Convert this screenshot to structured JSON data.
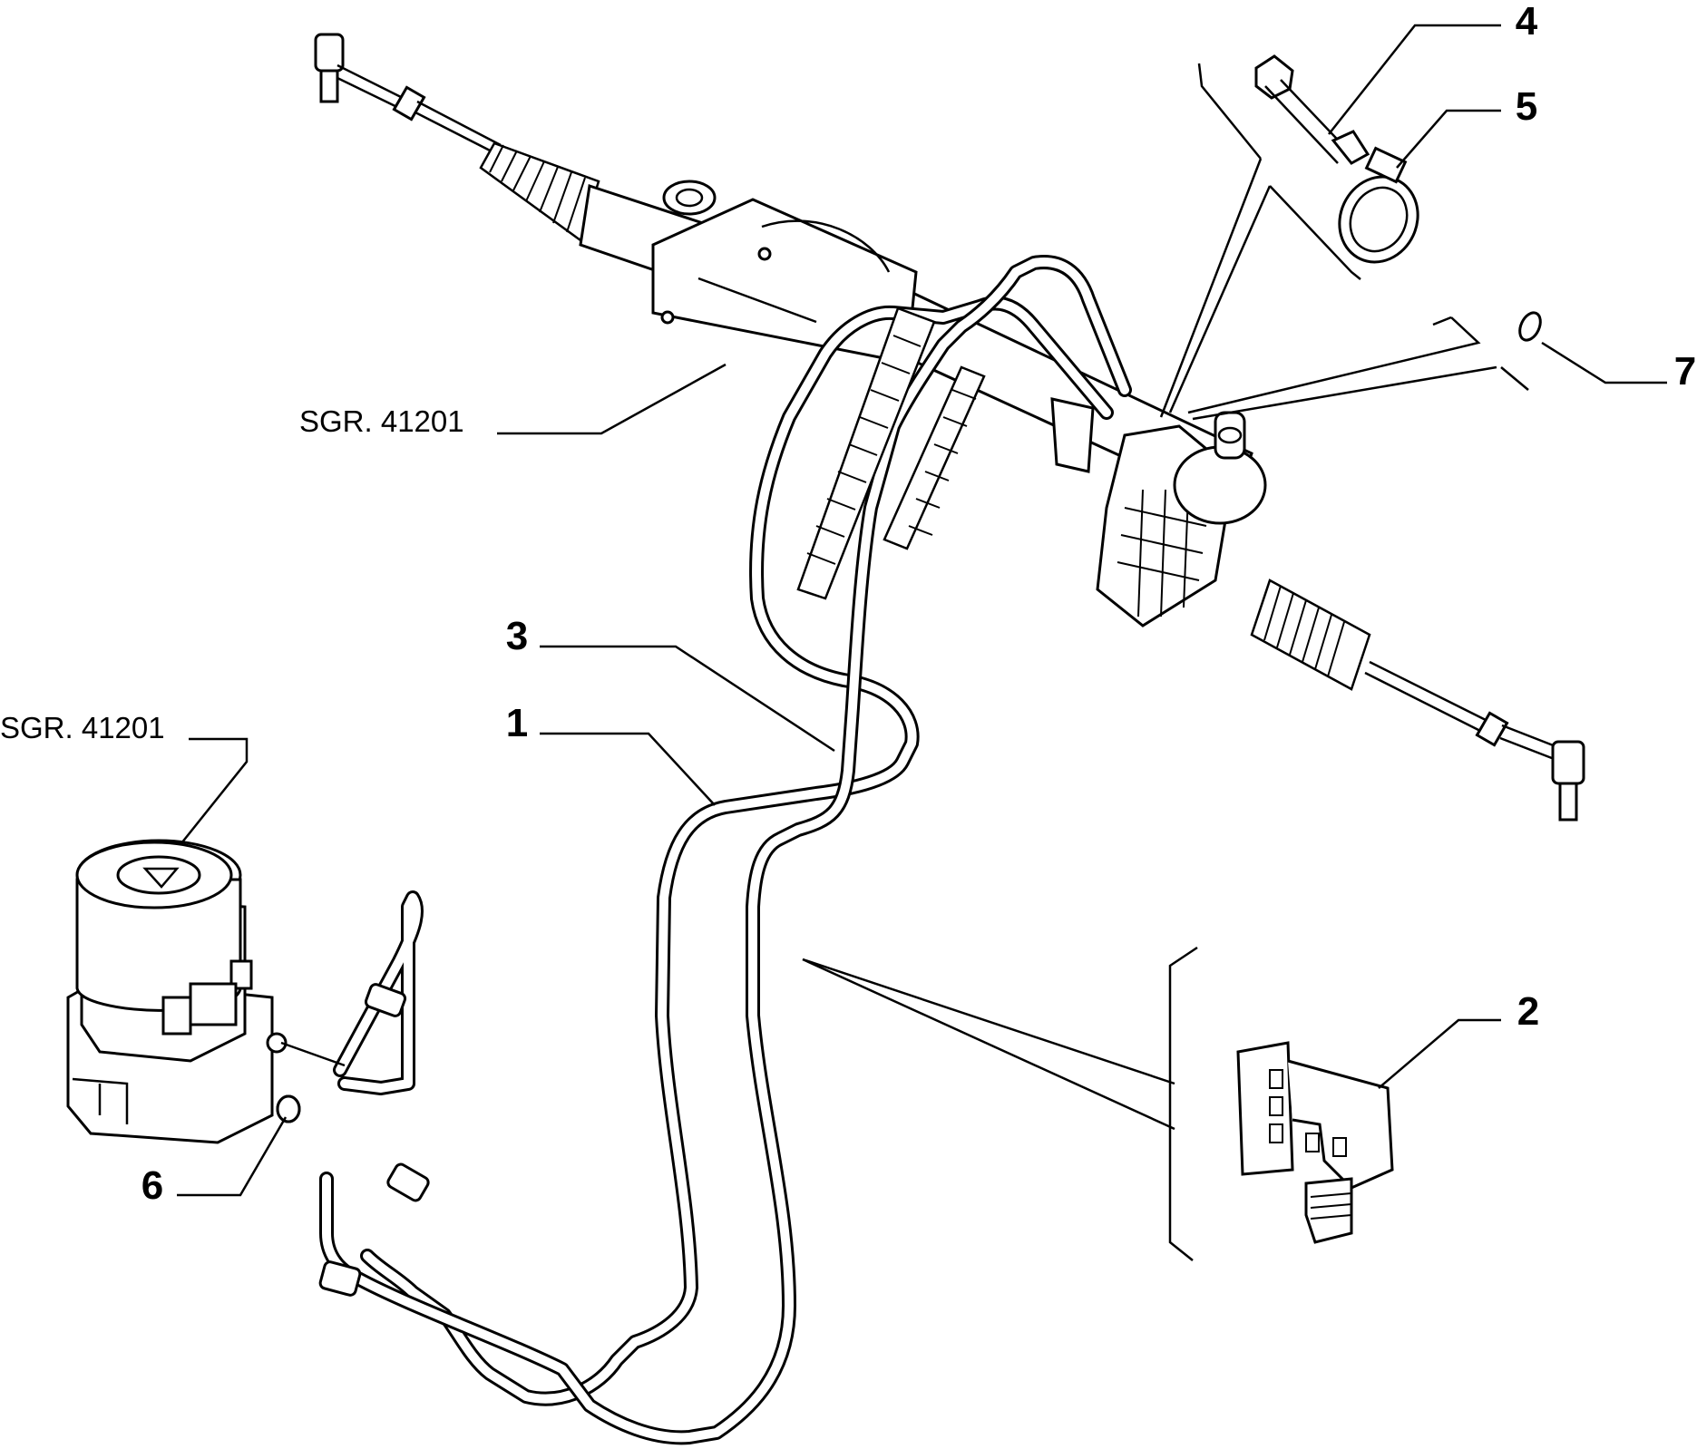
{
  "labels": {
    "n1": "1",
    "n2": "2",
    "n3": "3",
    "n4": "4",
    "n5": "5",
    "n6": "6",
    "n7": "7",
    "ref_rack": "SGR. 41201",
    "ref_pump": "SGR. 41201"
  }
}
